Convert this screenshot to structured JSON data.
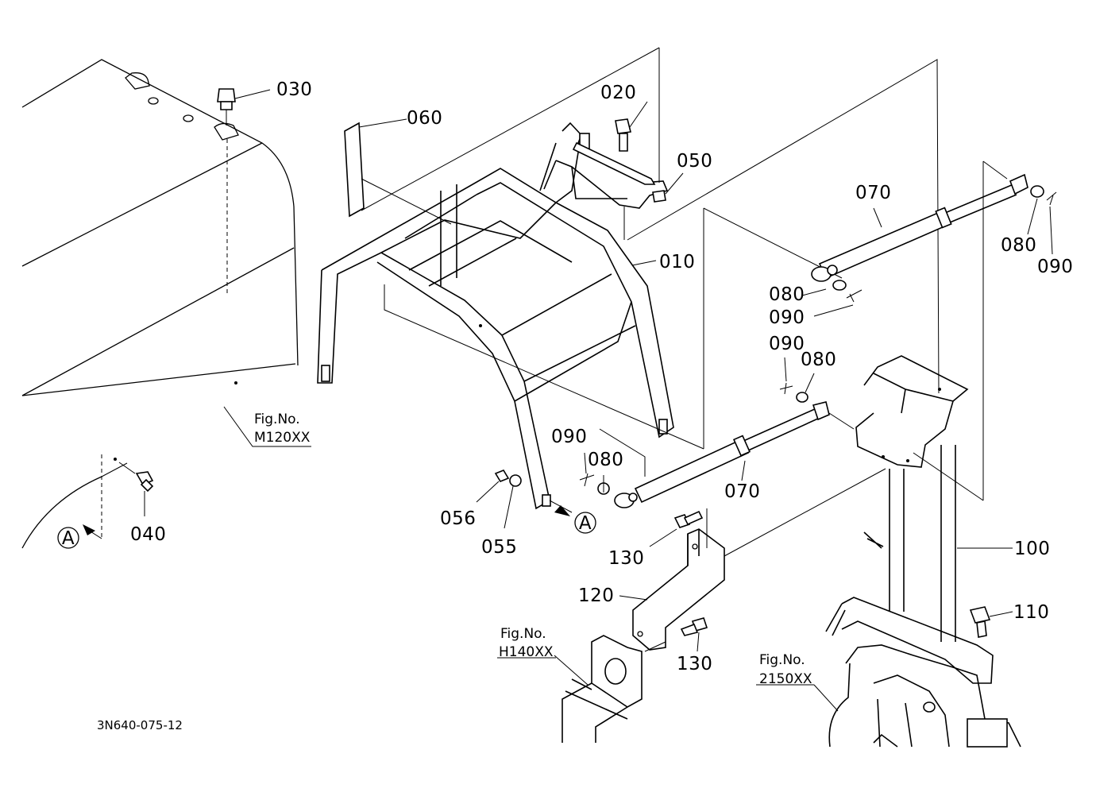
{
  "labels": {
    "p010": "010",
    "p020": "020",
    "p030": "030",
    "p040": "040",
    "p050": "050",
    "p055": "055",
    "p056": "056",
    "p060": "060",
    "p070a": "070",
    "p070b": "070",
    "p080a": "080",
    "p080b": "080",
    "p080c": "080",
    "p080d": "080",
    "p090a": "090",
    "p090b": "090",
    "p090c": "090",
    "p090d": "090",
    "p100": "100",
    "p110": "110",
    "p120": "120",
    "p130a": "130",
    "p130b": "130"
  },
  "fig_refs": {
    "m120": {
      "title": "Fig.No.",
      "code": "M120XX"
    },
    "h140": {
      "title": "Fig.No.",
      "code": "H140XX"
    },
    "f2150": {
      "title": "Fig.No.",
      "code": "2150XX"
    }
  },
  "markers": {
    "left": "A",
    "right": "A"
  },
  "drawing_code": "3N640-075-12"
}
